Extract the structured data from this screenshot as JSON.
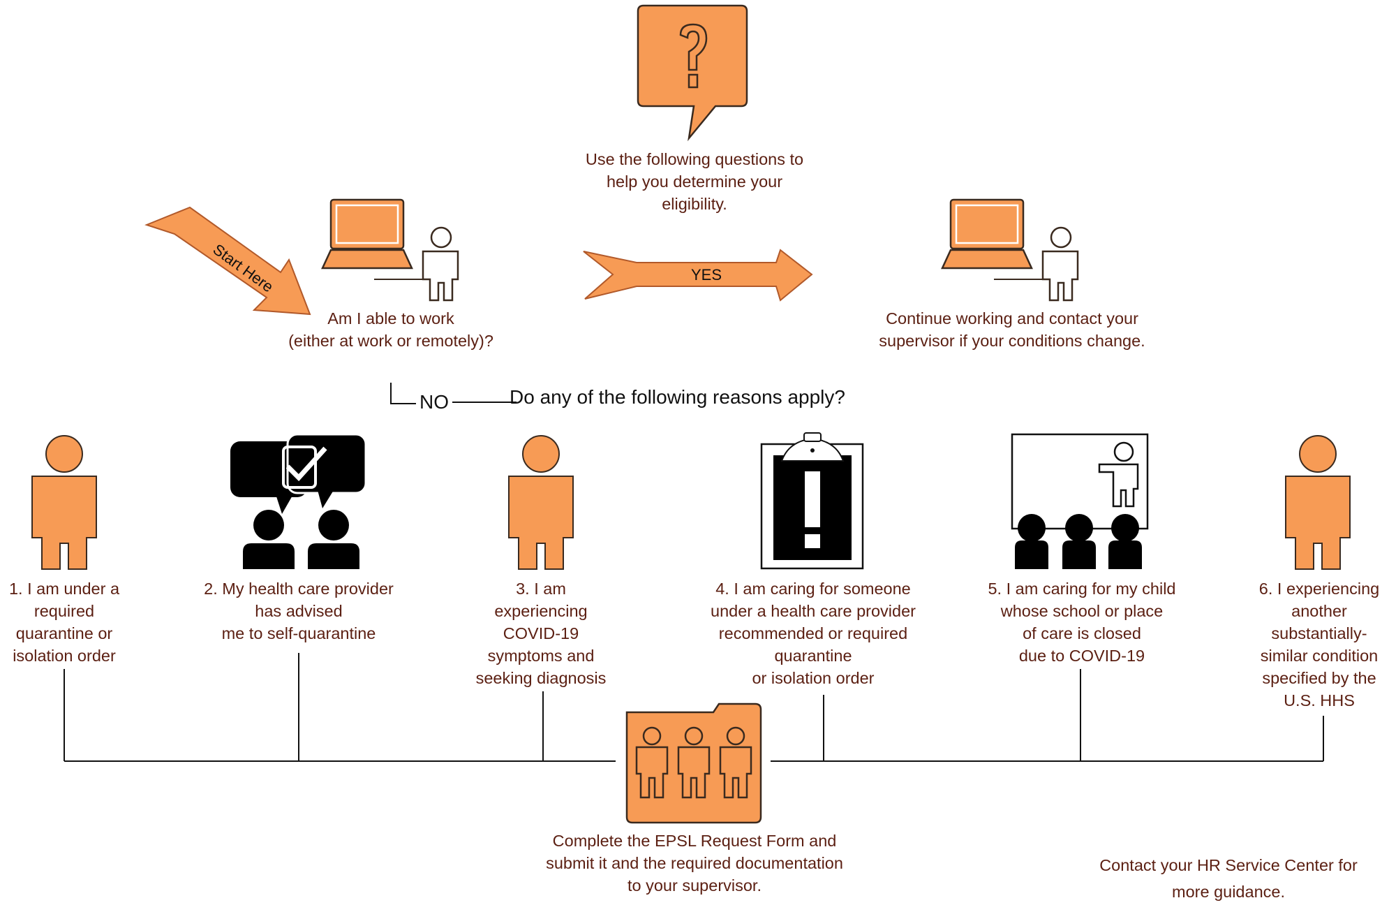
{
  "intro_text": "Use the following questions to\nhelp you determine your\neligibility.",
  "start_label": "Start Here",
  "yes_label": "YES",
  "no_label": "NO",
  "question_work": "Am I able to work\n(either at work or remotely)?",
  "continue_text": "Continue working and contact your\nsupervisor if your conditions change.",
  "reasons_question": "Do any of the following reasons apply?",
  "reasons": [
    {
      "text": "1. I am under a\nrequired\nquarantine or\nisolation order",
      "icon": "orange-person-icon"
    },
    {
      "text": "2. My health care provider\nhas advised\nme to self-quarantine",
      "icon": "conversation-checkmark-icon"
    },
    {
      "text": "3. I am\nexperiencing\nCOVID-19\nsymptoms and\nseeking diagnosis",
      "icon": "orange-person-icon"
    },
    {
      "text": "4. I am caring for someone\nunder a health care provider\nrecommended or required\nquarantine\nor  isolation order",
      "icon": "clipboard-exclamation-icon"
    },
    {
      "text": "5. I am caring for my child\nwhose school or place\nof care is closed\ndue to COVID-19",
      "icon": "classroom-icon"
    },
    {
      "text": "6. I experiencing\nanother\nsubstantially-\nsimilar condition\nspecified by the\nU.S. HHS",
      "icon": "orange-person-icon"
    }
  ],
  "submit_text": "Complete the EPSL Request Form and\nsubmit it and the required documentation\nto your supervisor.",
  "contact_text": "Contact your HR Service Center for\nmore guidance.",
  "colors": {
    "accent": "#F79B55",
    "outline": "#3a2a1f",
    "text": "#5b1f12"
  }
}
